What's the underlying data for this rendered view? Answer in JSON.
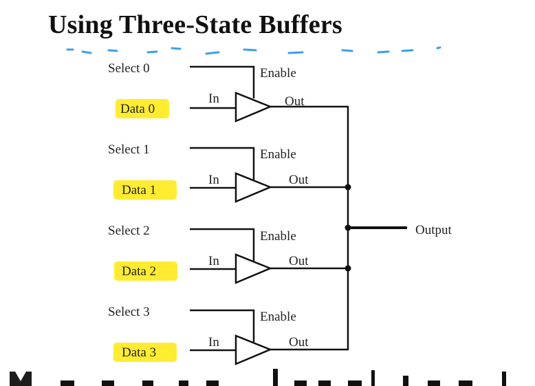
{
  "title": "Using Three-State Buffers",
  "colors": {
    "highlight": "#ffeb1a",
    "ink": "#111111",
    "dash_annotation": "#3aa0e8"
  },
  "buffers": [
    {
      "select_label": "Select 0",
      "data_label": "Data 0",
      "enable_label": "Enable",
      "in_label": "In",
      "out_label": "Out"
    },
    {
      "select_label": "Select 1",
      "data_label": "Data 1",
      "enable_label": "Enable",
      "in_label": "In",
      "out_label": "Out"
    },
    {
      "select_label": "Select 2",
      "data_label": "Data 2",
      "enable_label": "Enable",
      "in_label": "In",
      "out_label": "Out"
    },
    {
      "select_label": "Select 3",
      "data_label": "Data 3",
      "enable_label": "Enable",
      "in_label": "In",
      "out_label": "Out"
    }
  ],
  "output_label": "Output"
}
